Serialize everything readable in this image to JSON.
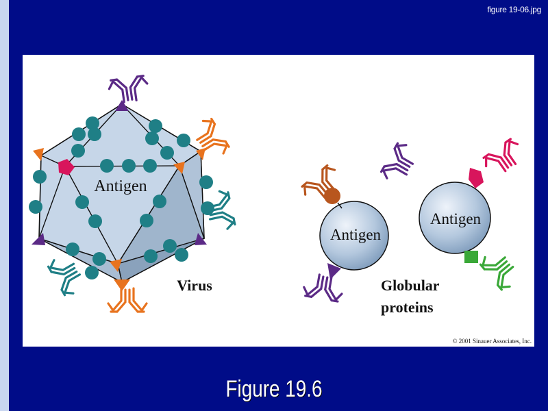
{
  "file_label": "figure 19-06.jpg",
  "caption": "Figure 19.6",
  "figure": {
    "virus_antigen_label": "Antigen",
    "virus_label": "Virus",
    "protein1_label": "Antigen",
    "protein2_label": "Antigen",
    "globular_line1": "Globular",
    "globular_line2": "proteins",
    "copyright": "© 2001 Sinauer Associates, Inc."
  },
  "colors": {
    "background": "#000c88",
    "purple": "#5b2a86",
    "orange": "#e8731e",
    "teal": "#1f7f86",
    "magenta": "#d8155c",
    "brown": "#b8561e",
    "green": "#3aa838",
    "sphere": "#b4c8de"
  }
}
